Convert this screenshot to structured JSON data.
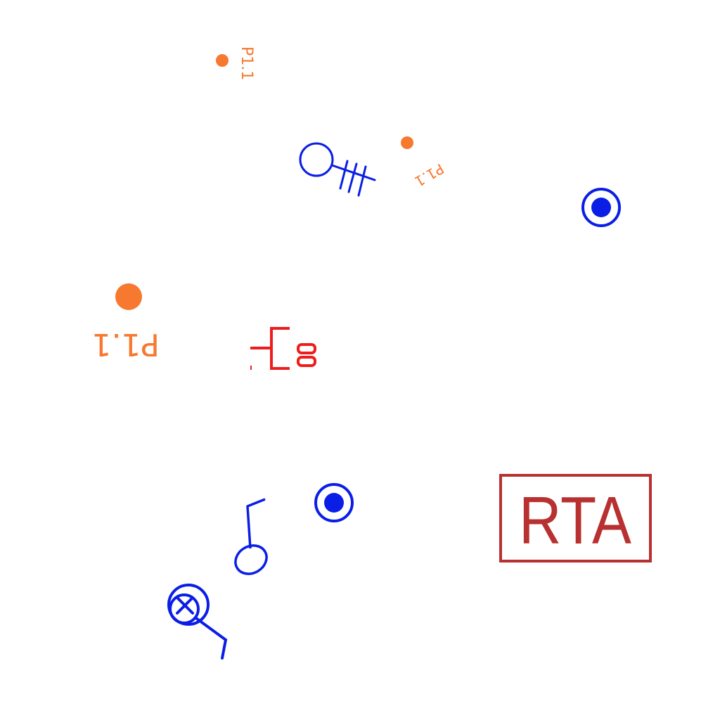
{
  "colors": {
    "orange": "#f7782f",
    "blue": "#0a1ee6",
    "red": "#ee1d1d",
    "dark_red": "#b83030",
    "background": "#ffffff"
  },
  "labels": {
    "pin_top": "P1.1",
    "pin_mid": "P1.1",
    "pin_left": "P1.1",
    "rta": "RTA"
  },
  "symbols": [
    {
      "name": "pin-marker-top",
      "icon": "filled-circle",
      "color": "orange"
    },
    {
      "name": "pin-marker-mid",
      "icon": "filled-circle",
      "color": "orange"
    },
    {
      "name": "pin-marker-left",
      "icon": "filled-circle",
      "color": "orange"
    },
    {
      "name": "ground-symbol",
      "icon": "circle-with-ground-bars",
      "color": "blue"
    },
    {
      "name": "via-top-right",
      "icon": "ring-with-dot",
      "color": "blue"
    },
    {
      "name": "via-bottom-middle",
      "icon": "ring-with-dot",
      "color": "blue"
    },
    {
      "name": "connector-symbol",
      "icon": "bracket-with-contacts",
      "color": "red"
    },
    {
      "name": "probe-symbol",
      "icon": "ellipse-on-stem",
      "color": "blue"
    },
    {
      "name": "crossed-ring-symbol",
      "icon": "crossed-ring-with-lead",
      "color": "blue"
    },
    {
      "name": "rta-box",
      "icon": "labeled-rectangle",
      "color": "dark_red"
    }
  ]
}
